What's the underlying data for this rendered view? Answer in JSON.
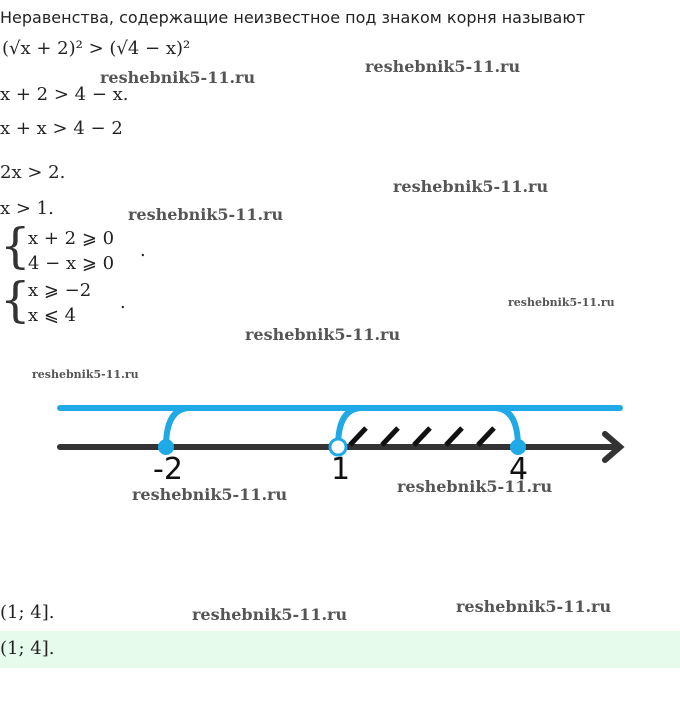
{
  "title": "Неравенства, содержащие неизвестное под знаком корня называют",
  "steps": [
    "(√x + 2)² > (√4 − x)²",
    "x + 2 > 4 − x.",
    "x + x > 4 − 2",
    "2x > 2.",
    "x > 1."
  ],
  "system1": [
    "x + 2 ⩾ 0",
    "4 − x ⩾ 0",
    "."
  ],
  "system2": [
    "x ⩾ −2",
    "x ⩽ 4",
    "."
  ],
  "numberline": {
    "labels": [
      "-2",
      "1",
      "4"
    ],
    "colors": {
      "axis": "#333333",
      "arc": "#1fa9e6"
    }
  },
  "answer": "(1; 4].",
  "answer_highlighted": "(1; 4].",
  "watermark": "reshebnik5-11.ru"
}
